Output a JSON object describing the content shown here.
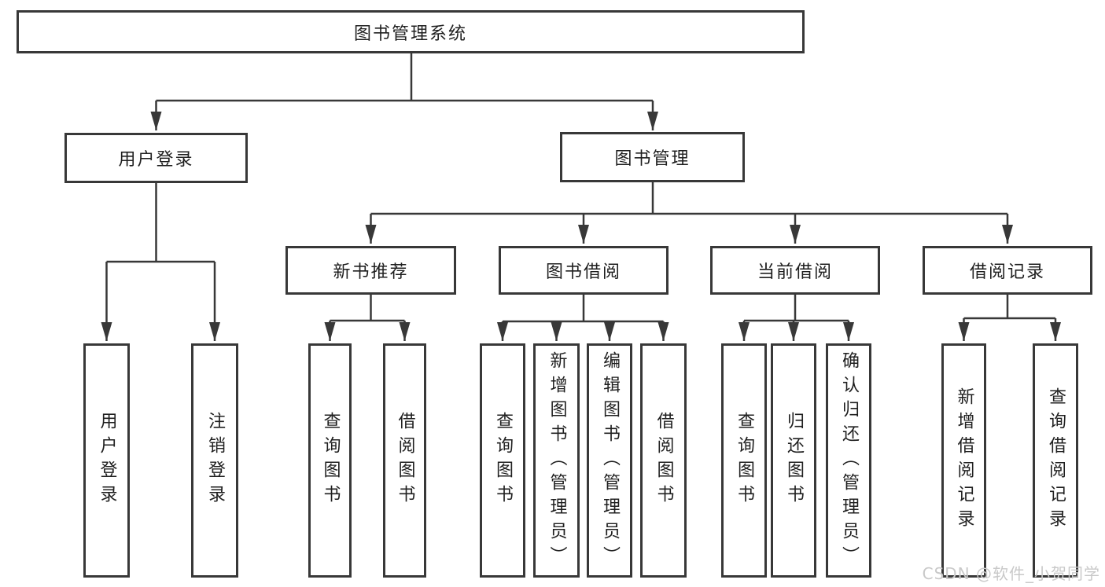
{
  "diagram": {
    "root": {
      "label": "图书管理系统"
    },
    "level2": [
      {
        "label": "用户登录"
      },
      {
        "label": "图书管理"
      }
    ],
    "level3": [
      {
        "label": "新书推荐"
      },
      {
        "label": "图书借阅"
      },
      {
        "label": "当前借阅"
      },
      {
        "label": "借阅记录"
      }
    ],
    "leaves": {
      "userLogin": [
        {
          "label": "用户登录"
        },
        {
          "label": "注销登录"
        }
      ],
      "newBooks": [
        {
          "label": "查询图书"
        },
        {
          "label": "借阅图书"
        }
      ],
      "bookBorrow": [
        {
          "label": "查询图书"
        },
        {
          "label": "新增图书（管理员）"
        },
        {
          "label": "编辑图书（管理员）"
        },
        {
          "label": "借阅图书"
        }
      ],
      "currentBorrow": [
        {
          "label": "查询图书"
        },
        {
          "label": "归还图书"
        },
        {
          "label": "确认归还（管理员）"
        }
      ],
      "borrowRecords": [
        {
          "label": "新增借阅记录"
        },
        {
          "label": "查询借阅记录"
        }
      ]
    },
    "watermark": "CSDN @软件_小贺同学",
    "colors": {
      "line": "#383838",
      "text": "#1f1f1f",
      "background": "#ffffff",
      "watermark": "#c9c9c9"
    }
  }
}
